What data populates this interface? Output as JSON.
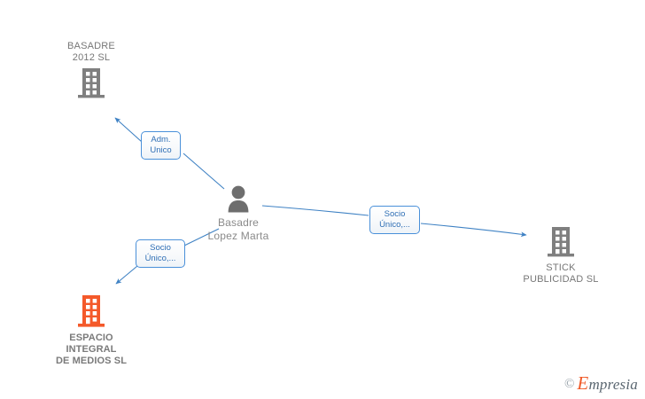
{
  "diagram": {
    "title": "Basadre Lopez Marta - mapa de relaciones societarias",
    "background_color": "#ffffff",
    "edge_color": "#3f82c4",
    "relation_box_border_color": "#4a90d9",
    "relation_box_text_color": "#2f6fb5",
    "company_icon_color": "#7f7f7f",
    "highlight_icon_color": "#f4592a",
    "person_icon_color": "#6e6e6e",
    "label_text_color": "#777777"
  },
  "nodes": [
    {
      "id": "basadre-2012-sl",
      "type": "company",
      "icon": "building-icon",
      "label": "BASADRE\n2012 SL",
      "label_position": "above",
      "icon_color": "#7f7f7f",
      "bold": false
    },
    {
      "id": "basadre-lopez-marta",
      "type": "person",
      "icon": "person-icon",
      "label": "Basadre\nLopez Marta",
      "label_position": "below",
      "icon_color": "#6e6e6e",
      "bold": false
    },
    {
      "id": "espacio-integral-de-medios-sl",
      "type": "company",
      "icon": "building-icon",
      "label": "ESPACIO\nINTEGRAL\nDE MEDIOS SL",
      "label_position": "below",
      "icon_color": "#f4592a",
      "bold": true
    },
    {
      "id": "stick-publicidad-sl",
      "type": "company",
      "icon": "building-icon",
      "label": "STICK\nPUBLICIDAD  SL",
      "label_position": "below",
      "icon_color": "#7f7f7f",
      "bold": false
    }
  ],
  "edges": [
    {
      "id": "edge-adm-unico",
      "from": "basadre-lopez-marta",
      "to": "basadre-2012-sl",
      "label": "Adm.\nUnico",
      "arrow": "to"
    },
    {
      "id": "edge-socio-unico-espacio",
      "from": "basadre-lopez-marta",
      "to": "espacio-integral-de-medios-sl",
      "label": "Socio\nÚnico,...",
      "arrow": "to"
    },
    {
      "id": "edge-socio-unico-stick",
      "from": "basadre-lopez-marta",
      "to": "stick-publicidad-sl",
      "label": "Socio\nÚnico,...",
      "arrow": "to"
    }
  ],
  "watermark": {
    "copyright_symbol": "©",
    "brand_first_letter": "E",
    "brand_rest": "mpresia"
  }
}
